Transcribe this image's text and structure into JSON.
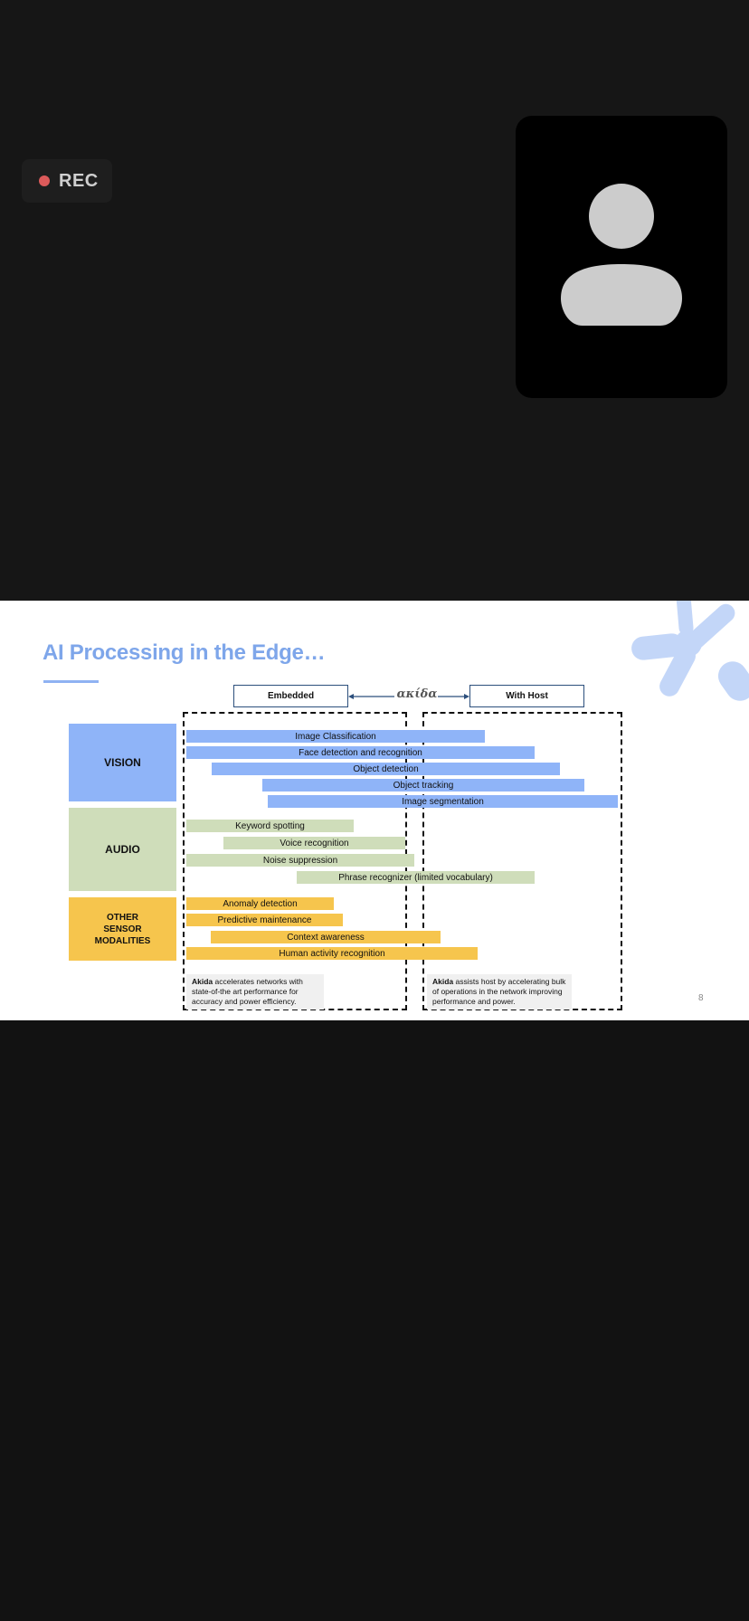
{
  "recording": {
    "label": "REC",
    "dot_color": "#dc5a5a"
  },
  "self_view": {
    "avatar_icon": "person-silhouette-icon"
  },
  "slide": {
    "title": "AI Processing in the Edge…",
    "brand_word": "ακίδα",
    "headers": {
      "embedded": "Embedded",
      "with_host": "With Host"
    },
    "categories": {
      "vision": "VISION",
      "audio": "AUDIO",
      "other": [
        "OTHER",
        "SENSOR",
        "MODALITIES"
      ]
    },
    "bars": [
      {
        "label": "Image Classification",
        "group": "vision"
      },
      {
        "label": "Face detection and recognition",
        "group": "vision"
      },
      {
        "label": "Object detection",
        "group": "vision"
      },
      {
        "label": "Object tracking",
        "group": "vision"
      },
      {
        "label": "Image segmentation",
        "group": "vision"
      },
      {
        "label": "Keyword spotting",
        "group": "audio"
      },
      {
        "label": "Voice recognition",
        "group": "audio"
      },
      {
        "label": "Noise suppression",
        "group": "audio"
      },
      {
        "label": "Phrase recognizer (limited vocabulary)",
        "group": "audio"
      },
      {
        "label": "Anomaly detection",
        "group": "other"
      },
      {
        "label": "Predictive maintenance",
        "group": "other"
      },
      {
        "label": "Context awareness",
        "group": "other"
      },
      {
        "label": "Human activity recognition",
        "group": "other"
      }
    ],
    "notes": {
      "left": {
        "brand": "Akida",
        "text": " accelerates networks with state-of-the art performance for accuracy and power efficiency."
      },
      "right": {
        "brand": "Akida",
        "text": " assists host by accelerating bulk of operations in the network improving performance and power."
      }
    },
    "page_number": "8",
    "colors": {
      "vision": "#8fb4f8",
      "audio": "#cfddba",
      "other": "#f6c54d",
      "title": "#7ea6ea"
    }
  }
}
